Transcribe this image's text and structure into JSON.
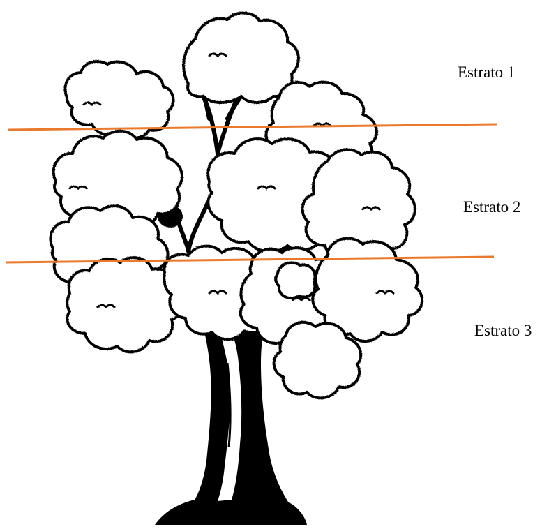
{
  "colors": {
    "divider_line": "#E97A2D",
    "ink": "#000000",
    "background": "#FFFFFF"
  },
  "illustration": {
    "subject": "tree-line-drawing",
    "dividers": 2
  },
  "strata": [
    {
      "label": "Estrato 1"
    },
    {
      "label": "Estrato 2"
    },
    {
      "label": "Estrato 3"
    }
  ]
}
